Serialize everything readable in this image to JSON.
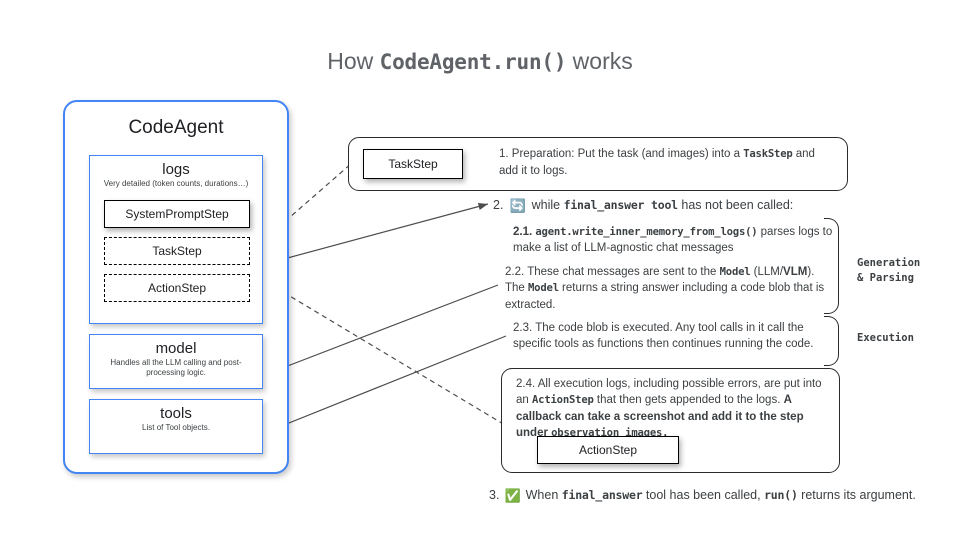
{
  "title": {
    "prefix": "How ",
    "code": "CodeAgent.run()",
    "suffix": " works"
  },
  "colors": {
    "accent_blue": "#4285f4",
    "text": "#3c4043",
    "title_text": "#5f6368",
    "outline": "#2b2b2b",
    "check_green": "#3fa450"
  },
  "agent_panel": {
    "title": "CodeAgent",
    "logs": {
      "title": "logs",
      "subtitle": "Very detailed (token counts, durations…)",
      "steps": [
        {
          "label": "SystemPromptStep",
          "style": "solid"
        },
        {
          "label": "TaskStep",
          "style": "dashed"
        },
        {
          "label": "ActionStep",
          "style": "dashed"
        }
      ]
    },
    "model": {
      "title": "model",
      "subtitle": "Handles all the LLM calling and post-processing logic."
    },
    "tools": {
      "title": "tools",
      "subtitle": "List of Tool objects."
    }
  },
  "flow": {
    "step1": {
      "chip_label": "TaskStep",
      "number": "1.",
      "text_part1": "Preparation: Put the task (and images) into a ",
      "code1": "TaskStep",
      "text_part2": " and add it to logs."
    },
    "step2": {
      "number": "2.",
      "icon": "loop-icon",
      "icon_glyph": "🔄",
      "text_part1": "while ",
      "code1": "final_answer tool",
      "text_part2": " has not been called:"
    },
    "substeps": [
      {
        "number": "2.1.",
        "code1": "agent.write_inner_memory_from_logs()",
        "text": " parses logs to make a list of LLM-agnostic chat messages"
      },
      {
        "number": "2.2.",
        "text1": "These chat messages are sent to the ",
        "code1": "Model",
        "text2": " (LLM/",
        "bold1": "VLM",
        "text3": "). The ",
        "code2": "Model",
        "text4": " returns a string answer including a code blob that is extracted."
      },
      {
        "number": "2.3.",
        "text1": "The code blob is executed. Any tool calls in it call the specific tools as functions then continues running the code."
      },
      {
        "number": "2.4.",
        "text1": "All execution logs, including possible errors, are put into an ",
        "code1": "ActionStep",
        "text2": " that then gets appended to the logs. ",
        "bold1": "A callback can  take a screenshot and add it to the step under ",
        "bold_code": "observation_images.",
        "chip_label": "ActionStep"
      }
    ],
    "side_labels": {
      "generation": "Generation\n& Parsing",
      "generation_line1": "Generation",
      "generation_line2": "& Parsing",
      "execution": "Execution"
    },
    "step3": {
      "number": "3.",
      "icon": "check-mark-icon",
      "icon_glyph": "✅",
      "text1": "When ",
      "code1": "final_answer",
      "text2": " tool has been called, ",
      "code2": "run()",
      "text3": " returns its argument."
    }
  }
}
